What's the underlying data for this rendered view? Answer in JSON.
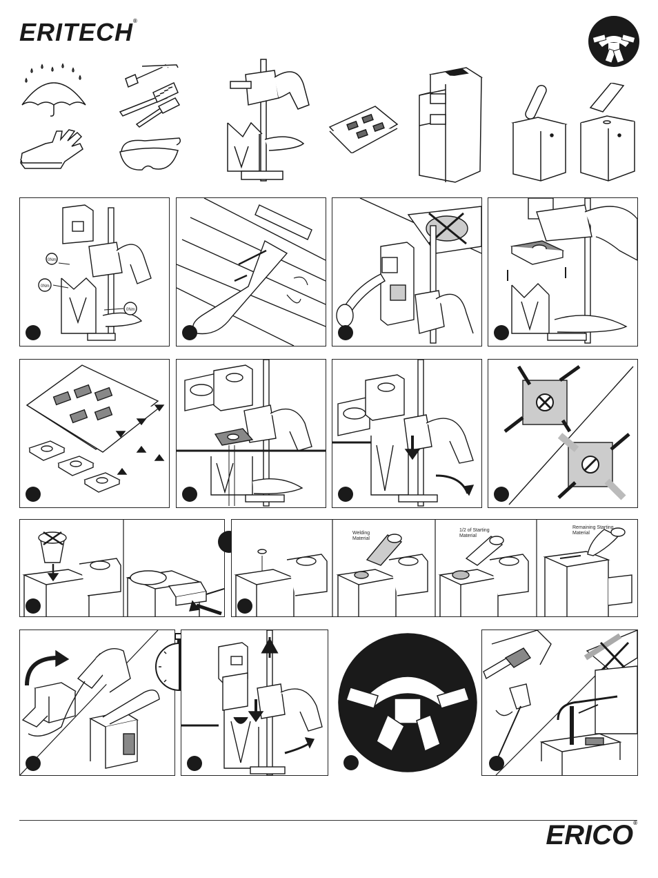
{
  "brand": {
    "top_logo": "ERITECH",
    "bottom_logo": "ERICO",
    "registered": "®"
  },
  "captions": {
    "welding_material": "Welding\nMaterial",
    "half_starting": "1/2 of Starting\nMaterial",
    "remaining_starting": "Remaining Starting\nMaterial"
  },
  "torque_label": "0Nm",
  "icons": [
    "umbrella-rain-icon",
    "gloves-icon",
    "tools-icon",
    "safety-glasses-icon",
    "handle-clamp-icon",
    "spare-parts-bag-icon",
    "graphite-mold-icon",
    "welding-metal-tube-icon",
    "starting-material-tube-icon"
  ],
  "colors": {
    "ink": "#1a1a1a",
    "gray": "#bdbdbd",
    "light": "#e6e6e6"
  }
}
